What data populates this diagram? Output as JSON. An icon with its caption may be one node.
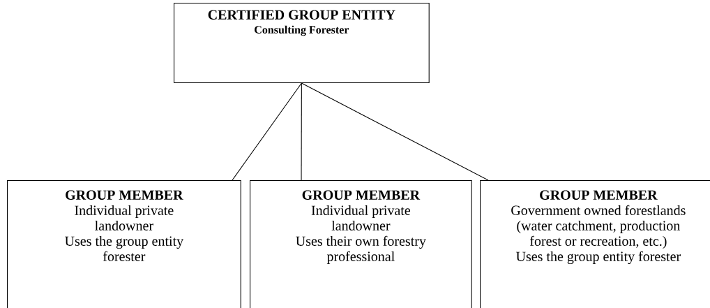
{
  "diagram": {
    "nodes": [
      {
        "text": [
          "CERTIFIED GROUP ENTITY",
          "Consulting Forester"
        ]
      },
      {
        "text": [
          "GROUP MEMBER",
          "Individual private landowner",
          "Uses the group entity forester"
        ]
      },
      {
        "text": [
          "GROUP MEMBER",
          "Individual private landowner",
          "Uses their own forestry professional"
        ]
      },
      {
        "text": [
          "GROUP MEMBER",
          "Government owned forestlands (water catchment, production forest or recreation, etc.)",
          "Uses the group entity forester"
        ]
      }
    ],
    "edges": [
      {
        "from": 0,
        "to": 1,
        "arrow": "none"
      },
      {
        "from": 0,
        "to": 2,
        "arrow": "none"
      },
      {
        "from": 0,
        "to": 3,
        "arrow": "none"
      }
    ]
  }
}
